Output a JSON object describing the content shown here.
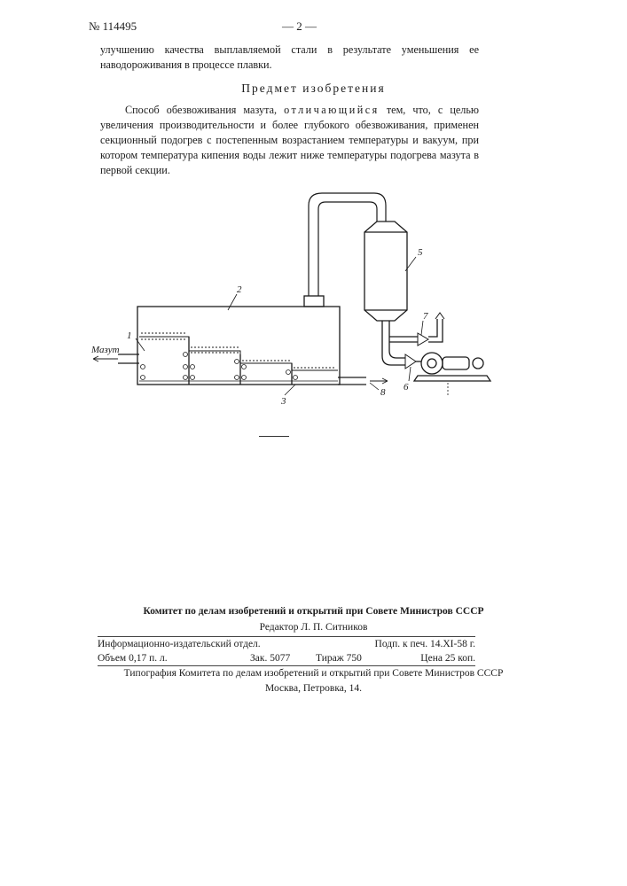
{
  "header": {
    "patent_number": "№ 114495",
    "page_marker": "— 2 —"
  },
  "paragraph_continued": "улучшению качества выплавляемой стали в результате уменьшения ее наводороживания в процессе плавки.",
  "section_title": "Предмет изобретения",
  "claim": {
    "lead": "Способ обезвоживания мазута,",
    "emphasis": "отличающийся",
    "rest": "тем, что, с целью увеличения производительности и более глубокого обезвоживания, применен секционный подогрев с постепенным возрастанием температуры и вакуум, при котором температура кипения воды лежит ниже температуры подогрева мазута в первой секции."
  },
  "figure": {
    "inlet_label": "Мазут",
    "callouts": [
      "1",
      "2",
      "3",
      "5",
      "6",
      "7",
      "8"
    ]
  },
  "footer": {
    "committee": "Комитет по делам изобретений и открытий при Совете Министров СССР",
    "editor": "Редактор Л. П. Ситников",
    "dept": "Информационно-издательский отдел.",
    "sign_date": "Подп. к печ. 14.XI-58 г.",
    "volume": "Объем 0,17 п. л.",
    "order": "Зак. 5077",
    "print_run": "Тираж 750",
    "price": "Цена 25 коп.",
    "typography_line1": "Типография Комитета по делам изобретений и открытий при Совете Министров СССР",
    "typography_line2": "Москва, Петровка, 14."
  }
}
